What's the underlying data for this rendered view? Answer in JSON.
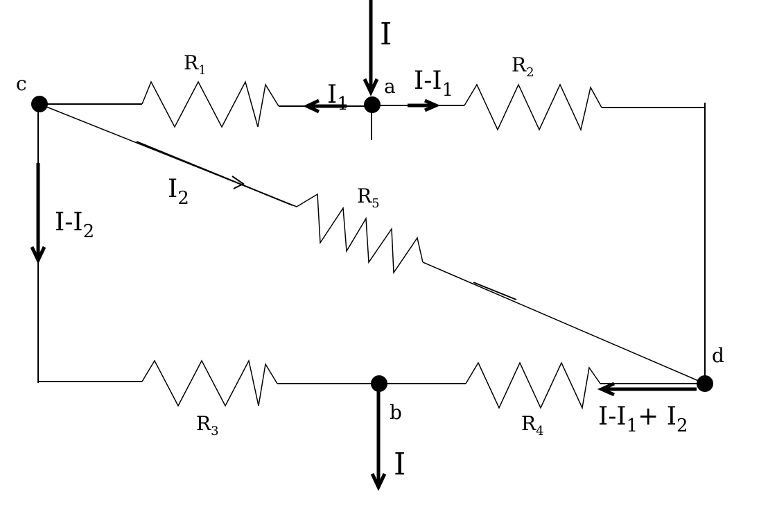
{
  "nodes": {
    "a": "a",
    "b": "b",
    "c": "c",
    "d": "d"
  },
  "resistors": {
    "r1": {
      "main": "R",
      "sub": "1"
    },
    "r2": {
      "main": "R",
      "sub": "2"
    },
    "r3": {
      "main": "R",
      "sub": "3"
    },
    "r4": {
      "main": "R",
      "sub": "4"
    },
    "r5": {
      "main": "R",
      "sub": "5"
    }
  },
  "currents": {
    "i_in": "I",
    "i_out": "I",
    "i1": {
      "main": "I",
      "sub": "1"
    },
    "i_minus_i1": {
      "pre": "I-I",
      "sub": "1"
    },
    "i2": {
      "main": "I",
      "sub": "2"
    },
    "i_minus_i2": {
      "pre": "I-I",
      "sub": "2"
    },
    "i_d": {
      "pre": "I-I",
      "sub1": "1",
      "mid": "+ I",
      "sub2": "2"
    }
  }
}
